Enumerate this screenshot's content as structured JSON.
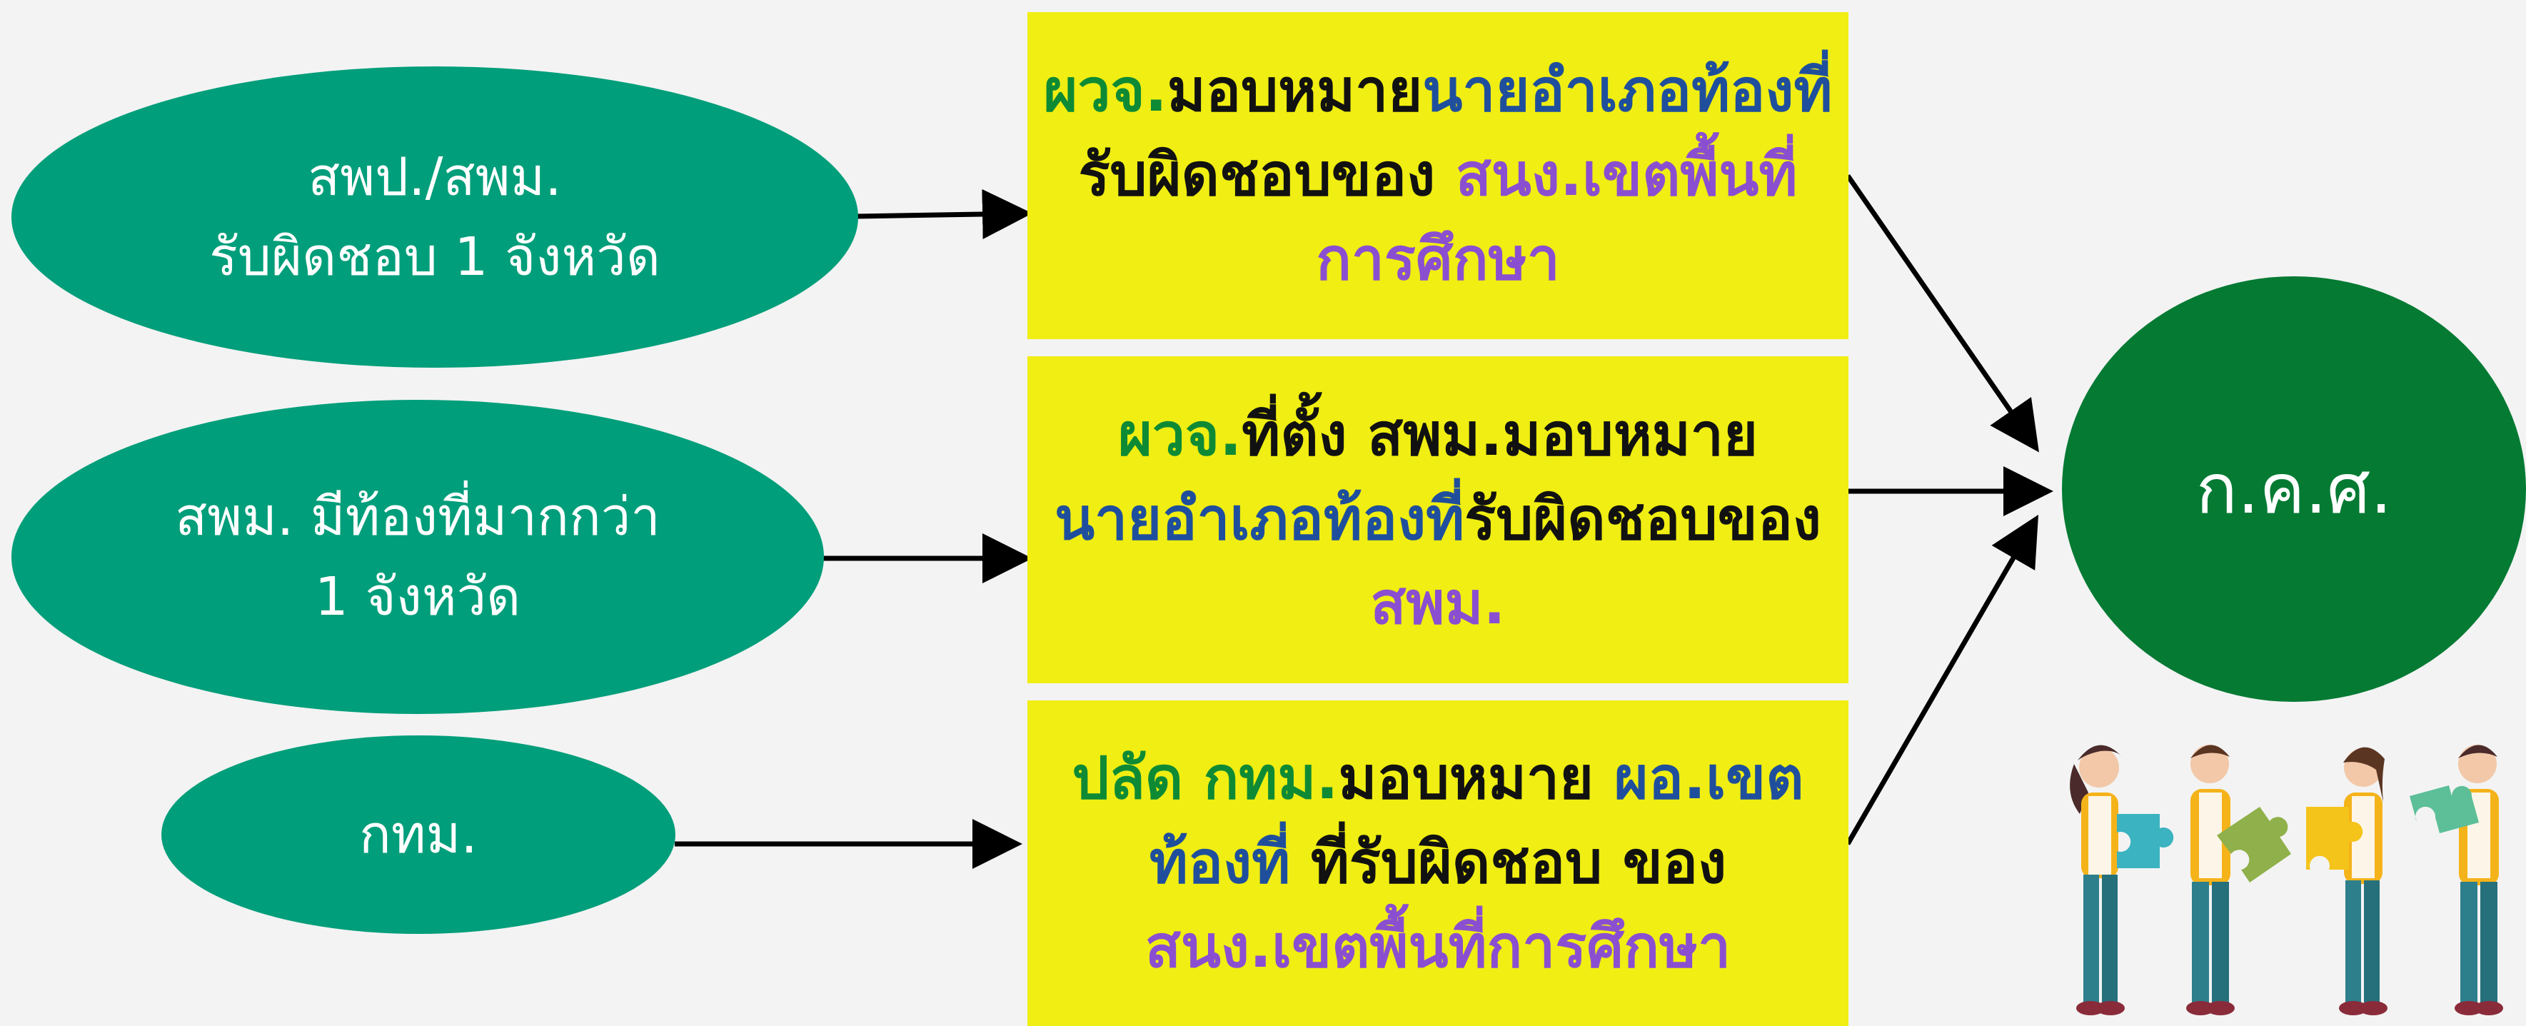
{
  "colors": {
    "background": "#f3f3f3",
    "ellipse": "#009e7a",
    "box": "#f0ee12",
    "target": "#047a33",
    "text_green": "#0e8a35",
    "text_blue": "#1f4f9c",
    "text_purple": "#8a4fd0",
    "text_black": "#111111"
  },
  "left_nodes": [
    {
      "line1": "สพป./สพม.",
      "line2": "รับผิดชอบ 1 จังหวัด"
    },
    {
      "line1": "สพม. มีท้องที่มากกว่า",
      "line2": "1 จังหวัด"
    },
    {
      "line1": "กทม.",
      "line2": ""
    }
  ],
  "middle_boxes": [
    {
      "seg1": "ผวจ.",
      "seg2": "มอบหมาย",
      "seg3": "นายอำเภอท้องที่",
      "seg4": "รับผิดชอบของ",
      "seg5": "สนง.เขตพื้นที่",
      "seg6": "การศึกษา"
    },
    {
      "seg1": "ผวจ.",
      "seg2": "ที่ตั้ง สพม.มอบหมาย",
      "seg3": "นายอำเภอท้องที่",
      "seg4": "รับผิดชอบของ",
      "seg5": "สพม."
    },
    {
      "seg1": "ปลัด กทม.",
      "seg2": "มอบหมาย",
      "seg3": "ผอ.เขต",
      "seg4": "ท้องที่",
      "seg5": "ที่รับผิดชอบ ของ",
      "seg6": "สนง.เขตพื้นที่การศึกษา"
    }
  ],
  "target": {
    "label": "ก.ค.ศ."
  },
  "illustration": {
    "icon": "people-holding-puzzle-pieces-icon"
  }
}
